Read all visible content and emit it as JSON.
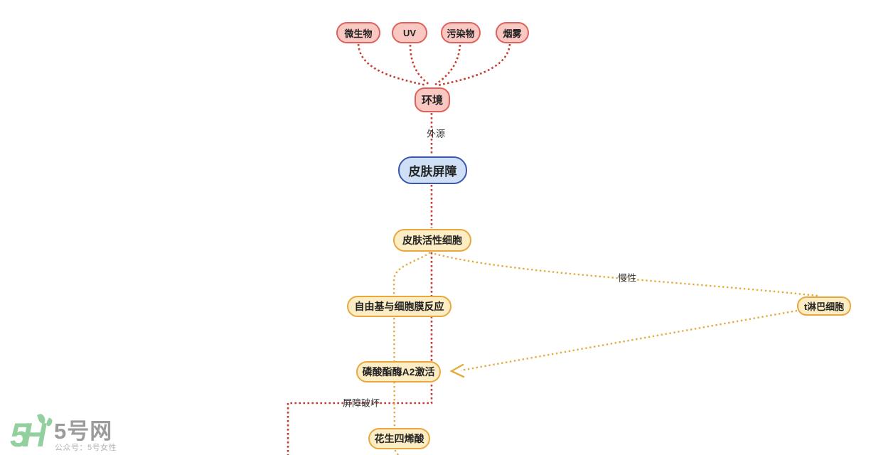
{
  "diagram": {
    "nodes": {
      "microbe": {
        "label": "微生物"
      },
      "uv": {
        "label": "UV"
      },
      "pollutant": {
        "label": "污染物"
      },
      "smoke": {
        "label": "烟雾"
      },
      "environment": {
        "label": "环境"
      },
      "skin_barrier": {
        "label": "皮肤屏障"
      },
      "skin_active_cells": {
        "label": "皮肤活性细胞"
      },
      "free_radical": {
        "label": "自由基与细胞膜反应"
      },
      "phospholipase": {
        "label": "磷酸酯酶A2激活"
      },
      "arachidonic": {
        "label": "花生四烯酸"
      },
      "t_lymphocyte": {
        "label": "t淋巴细胞"
      }
    },
    "edge_labels": {
      "exogenous": "外源",
      "chronic": "慢性",
      "barrier_damage": "屏障破坏"
    },
    "colors": {
      "pink-fill": "#fac8c3",
      "pink-border": "#e0605a",
      "blue-fill": "#cfe0f6",
      "blue-border": "#3b57a9",
      "yellow-fill": "#fcedc5",
      "yellow-border": "#e9a83e",
      "red-line": "#c43c33",
      "yellow-line": "#e3ac41",
      "logo-green": "#93cf9f"
    }
  },
  "watermark": {
    "logo_text": "5H",
    "site_name": "5号网",
    "subtitle": "公众号：5号女性"
  }
}
